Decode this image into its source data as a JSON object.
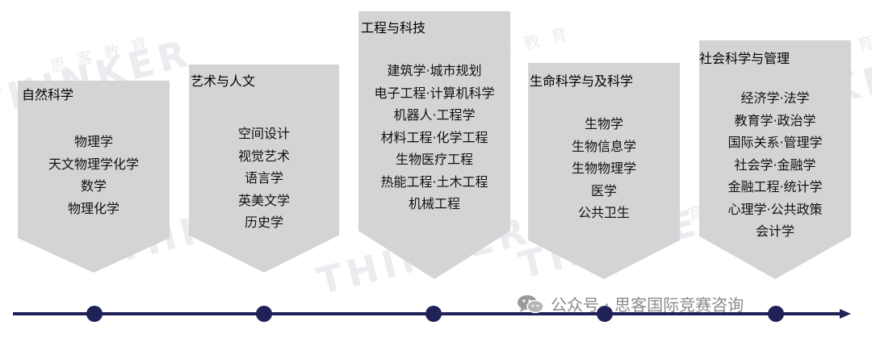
{
  "watermark": {
    "brand": "THINKER",
    "brand_cn": "思 客 教 育"
  },
  "cards": [
    {
      "title": "自然科学",
      "items": [
        "物理学",
        "天文物理学化学",
        "数学",
        "物理化学"
      ]
    },
    {
      "title": "艺术与人文",
      "items": [
        "空间设计",
        "视觉艺术",
        "语言学",
        "英美文学",
        "历史学"
      ]
    },
    {
      "title": "工程与科技",
      "items": [
        "建筑学·城市规划",
        "电子工程·计算机科学",
        "机器人·工程学",
        "材料工程·化学工程",
        "生物医疗工程",
        "热能工程·土木工程",
        "机械工程"
      ]
    },
    {
      "title": "生命科学与及科学",
      "items": [
        "生物学",
        "生物信息学",
        "生物物理学",
        "医学",
        "公共卫生"
      ]
    },
    {
      "title": "社会科学与管理",
      "items": [
        "经济学·法学",
        "教育学·政治学",
        "国际关系·管理学",
        "社会学·金融学",
        "金融工程·统计学",
        "心理学·公共政策",
        "会计学"
      ]
    }
  ],
  "footer": {
    "text": "公众号 · 思客国际竞赛咨询",
    "icon": "wechat-icon"
  },
  "colors": {
    "header": "#1f2157",
    "card": "#d4d4d6",
    "line": "#1f2157"
  }
}
